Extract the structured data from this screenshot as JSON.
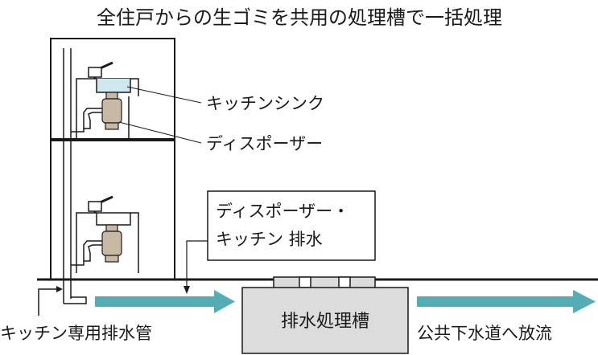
{
  "title": "全住戸からの生ゴミを共用の処理槽で一括処理",
  "labels": {
    "kitchen_sink": "キッチンシンク",
    "disposer": "ディスポーザー",
    "drain_line1": "ディスポーザー・",
    "drain_line2": "キッチン 排水",
    "dedicated_pipe": "キッチン専用排水管",
    "tank": "排水処理槽",
    "outflow": "公共下水道へ放流"
  },
  "colors": {
    "flow_arrow": "#52adb5",
    "tank_fill": "#dcdcdc",
    "disposer_fill": "#c8b9a4",
    "sink_water": "#cfe7ee",
    "line": "#1a1a1a"
  }
}
